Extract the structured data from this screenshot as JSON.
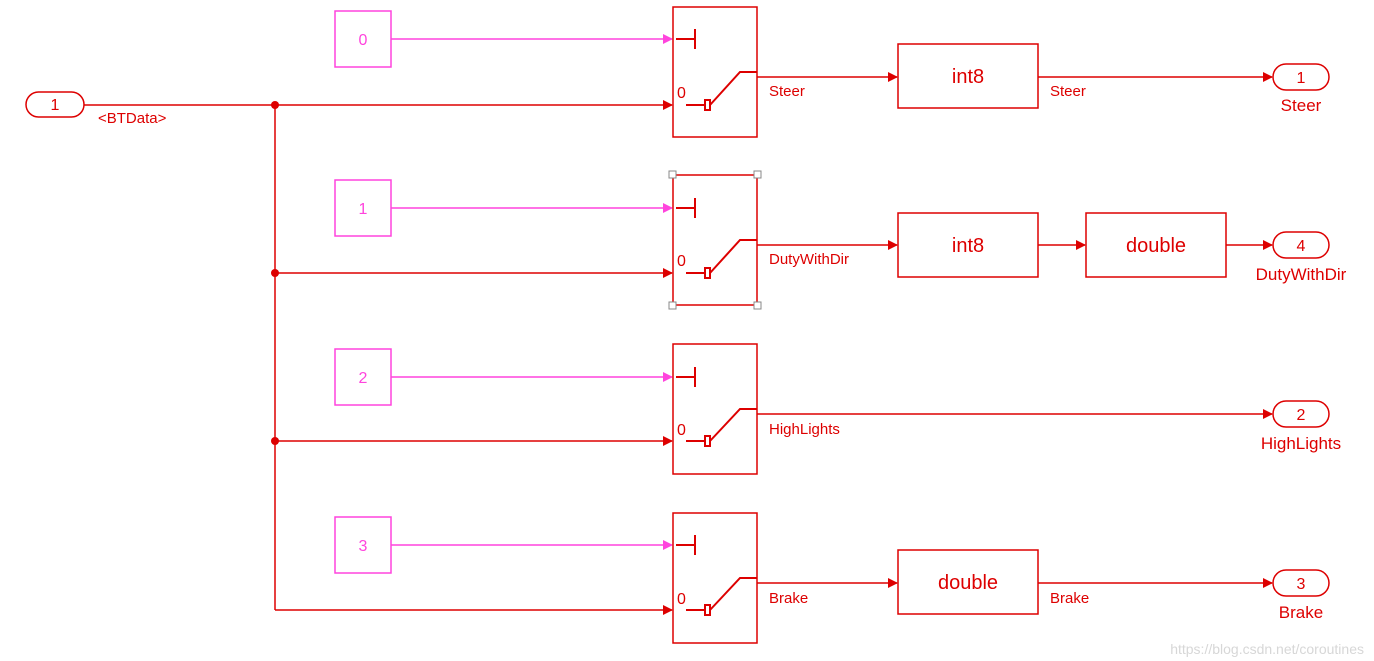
{
  "inport": {
    "number": "1",
    "signal": "<BTData>"
  },
  "rows": [
    {
      "constant": "0",
      "switch_zero": "0",
      "switch_out": "Steer",
      "converters": [
        {
          "label": "int8",
          "out_signal": "Steer"
        }
      ],
      "outport": {
        "number": "1",
        "name": "Steer"
      }
    },
    {
      "constant": "1",
      "switch_zero": "0",
      "switch_out": "DutyWithDir",
      "converters": [
        {
          "label": "int8",
          "out_signal": ""
        },
        {
          "label": "double",
          "out_signal": ""
        }
      ],
      "outport": {
        "number": "4",
        "name": "DutyWithDir"
      }
    },
    {
      "constant": "2",
      "switch_zero": "0",
      "switch_out": "HighLights",
      "converters": [],
      "outport": {
        "number": "2",
        "name": "HighLights"
      }
    },
    {
      "constant": "3",
      "switch_zero": "0",
      "switch_out": "Brake",
      "converters": [
        {
          "label": "double",
          "out_signal": "Brake"
        }
      ],
      "outport": {
        "number": "3",
        "name": "Brake"
      }
    }
  ],
  "watermark": "https://blog.csdn.net/coroutines",
  "colors": {
    "signal": "#dd0000",
    "constant": "#ff44dd",
    "selection": "#888888",
    "background": "#ffffff"
  }
}
